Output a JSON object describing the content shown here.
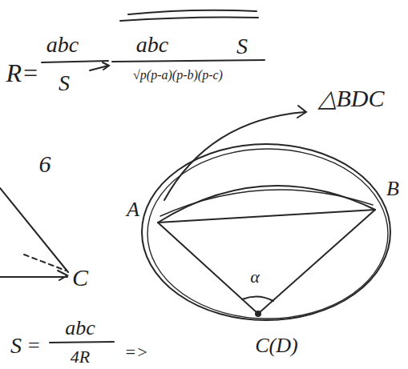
{
  "diagram": {
    "labels": [
      "R=",
      "abc",
      "S",
      "abc",
      "√p(p-a)(p-b)(p-c)",
      "S",
      "△BDC",
      "6",
      "A",
      "B",
      "C",
      "α",
      "C(D)",
      "S",
      "=",
      "abc",
      "4R",
      "=>"
    ]
  }
}
